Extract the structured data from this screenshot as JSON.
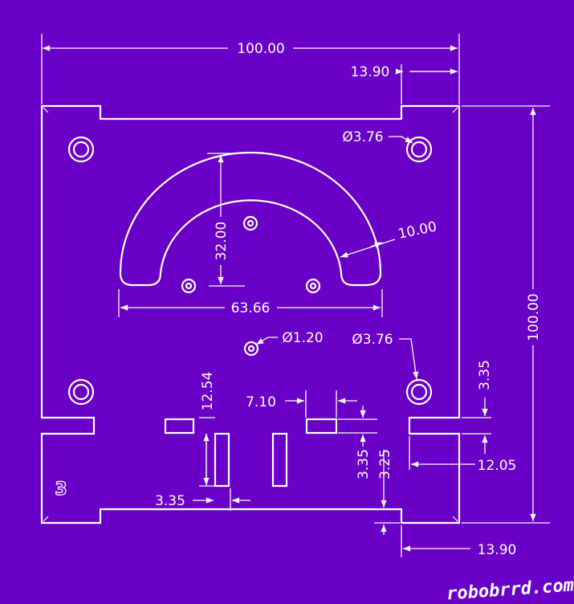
{
  "drawing": {
    "background": "#6a00c8",
    "line_color": "#ffffff",
    "part_number": "3",
    "watermark": "robobrrd.com"
  },
  "dimensions": {
    "overall_width": "100.00",
    "overall_height": "100.00",
    "top_notch_offset": "13.90",
    "bottom_notch_offset": "13.90",
    "mount_hole_top": "Ø3.76",
    "mount_hole_bottom": "Ø3.76",
    "small_hole": "Ø1.20",
    "arc_width": "10.00",
    "arc_height": "32.00",
    "arc_span": "63.66",
    "slot_length": "12.54",
    "slot_gap": "7.10",
    "slot_thickness_a": "3.35",
    "slot_thickness_b": "3.35",
    "slot_thickness_c": "3.25",
    "side_slot_depth": "12.05",
    "side_slot_width": "3.35"
  }
}
